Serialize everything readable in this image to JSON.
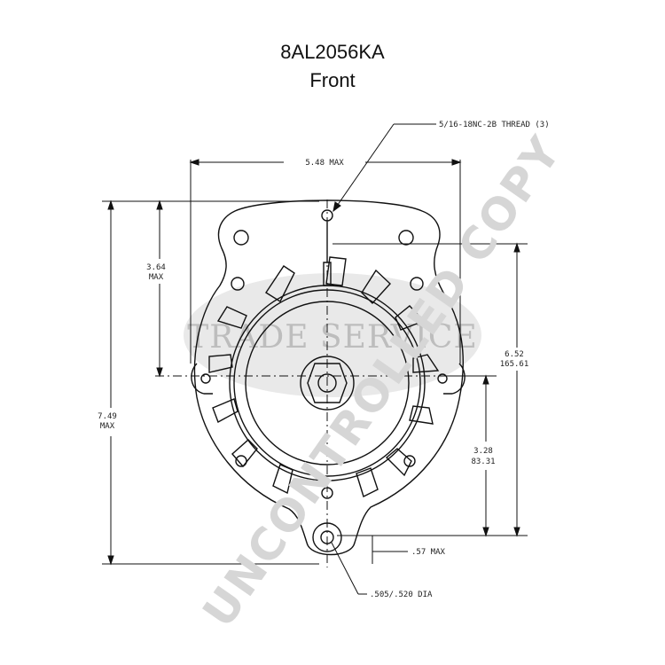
{
  "header": {
    "part_number": "8AL2056KA",
    "view": "Front"
  },
  "dimensions": {
    "thread_callout": "5/16-18NC-2B THREAD (3)",
    "width_max": "5.48 MAX",
    "height_upper_val": "3.64",
    "height_upper_max": "MAX",
    "height_total_val": "7.49",
    "height_total_max": "MAX",
    "right_outer_in": "6.52",
    "right_outer_mm": "165.61",
    "right_inner_in": "3.28",
    "right_inner_mm": "83.31",
    "bottom_offset": ".57 MAX",
    "hole_dia": ".505/.520 DIA"
  },
  "watermarks": {
    "badge": "TRADE SERVICE",
    "diagonal": "UNCONTROLLED COPY"
  }
}
